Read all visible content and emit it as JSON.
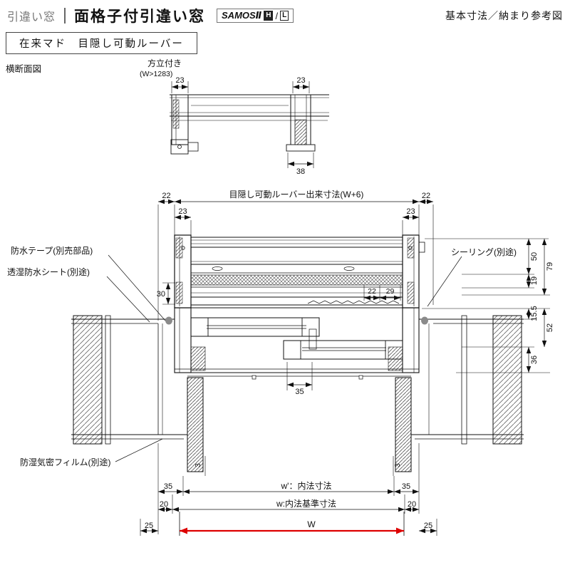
{
  "header": {
    "category": "引違い窓",
    "title": "面格子付引違い窓",
    "series": "SAMOSⅡ",
    "series_h": "H",
    "series_slash": "/",
    "series_l": "L",
    "note": "基本寸法／納まり参考図",
    "type_label": "在来マド　目隠し可動ルーバー"
  },
  "drawing": {
    "section_title": "横断面図",
    "detail": {
      "title": "方立付き",
      "condition": "(W>1283)",
      "dim_left_23": "23",
      "dim_right_23": "23",
      "dim_38": "38"
    },
    "top": {
      "left_22": "22",
      "louver_width_label": "目隠し可動ルーバー出来寸法(W+6)",
      "right_22": "22",
      "left_23": "23",
      "right_23": "23"
    },
    "callouts": {
      "waterproof_tape": "防水テープ(別売部品)",
      "breathable_sheet": "透湿防水シート(別途)",
      "sealing": "シーリング(別途)",
      "moisture_film": "防湿気密フィルム(別途)"
    },
    "side": {
      "d50": "50",
      "d79": "79",
      "d19": "19",
      "d15_5": "15.5",
      "d52": "52",
      "d36": "36"
    },
    "inner": {
      "d30": "30",
      "d22": "22",
      "d29": "29",
      "d35": "35"
    },
    "bottom": {
      "left_3": "3",
      "right_3": "3",
      "left_35": "35",
      "right_35": "35",
      "w_prime_label": "w'：内法寸法",
      "left_20": "20",
      "right_20": "20",
      "w_base_label": "w:内法基準寸法",
      "left_25": "25",
      "right_25": "25",
      "w_label": "W"
    },
    "colors": {
      "dim_red": "#dd0000"
    }
  }
}
